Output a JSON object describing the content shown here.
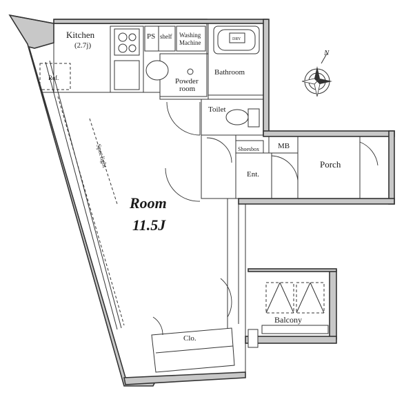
{
  "floorplan": {
    "rooms": {
      "kitchen": "Kitchen",
      "kitchen_size": "(2.7j)",
      "ref": "Ref.",
      "ps": "PS",
      "shelf": "shelf",
      "washing_1": "Washing",
      "washing_2": "Machine",
      "dry": "DRY",
      "bathroom": "Bathroom",
      "powder_1": "Powder",
      "powder_2": "room",
      "toilet": "Toilet",
      "shoesbox": "Shoesbox",
      "mb": "MB",
      "ent": "Ent.",
      "porch": "Porch",
      "room": "Room",
      "room_size": "11.5J",
      "spot_light": "Spot light",
      "clo": "Clo.",
      "balcony": "Balcony"
    },
    "compass": {
      "north": "N"
    }
  }
}
